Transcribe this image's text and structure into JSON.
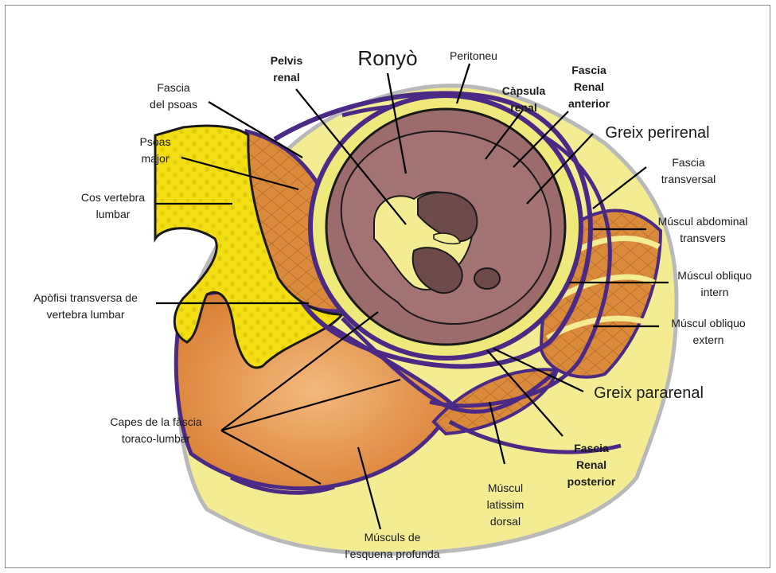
{
  "colors": {
    "fat_yellow": "#f3ec92",
    "bone_yellow": "#f2de12",
    "fascia_purple": "#4b2a86",
    "muscle_orange": "#d98a3a",
    "muscle_light": "#eeb070",
    "kidney_brown": "#9c6b6b",
    "kidney_dark": "#6e4a4a"
  },
  "labels": {
    "ronyo": "Ronyò",
    "pelvis_renal": "Pelvis\nrenal",
    "peritoneu": "Peritoneu",
    "capsula_renal": "Càpsula\nrenal",
    "fascia_renal_anterior": "Fascia\nRenal\nanterior",
    "greix_perirenal": "Greix perirenal",
    "fascia_transversal": "Fascia\ntransversal",
    "muscul_abdominal_transvers": "Múscul abdominal\ntransvers",
    "muscul_obliquo_intern": "Múscul obliquo\nintern",
    "muscul_obliquo_extern": "Múscul obliquo\nextern",
    "greix_pararenal": "Greix pararenal",
    "fascia_renal_posterior": "Fascia\nRenal\nposterior",
    "muscul_latissim_dorsal": "Múscul\nlatissim\ndorsal",
    "musculs_esquena_profunda": "Músculs de\nl’esquena profunda",
    "capes_fascia": "Capes de la fàscia\ntoraco-lumbar",
    "apofisi_transversa": "Apòfisi transversa de\nvertebra lumbar",
    "cos_vertebra": "Cos vertebra\nlumbar",
    "psoas_major": "Psoas\nmajor",
    "fascia_psoas": "Fascia\ndel psoas"
  }
}
